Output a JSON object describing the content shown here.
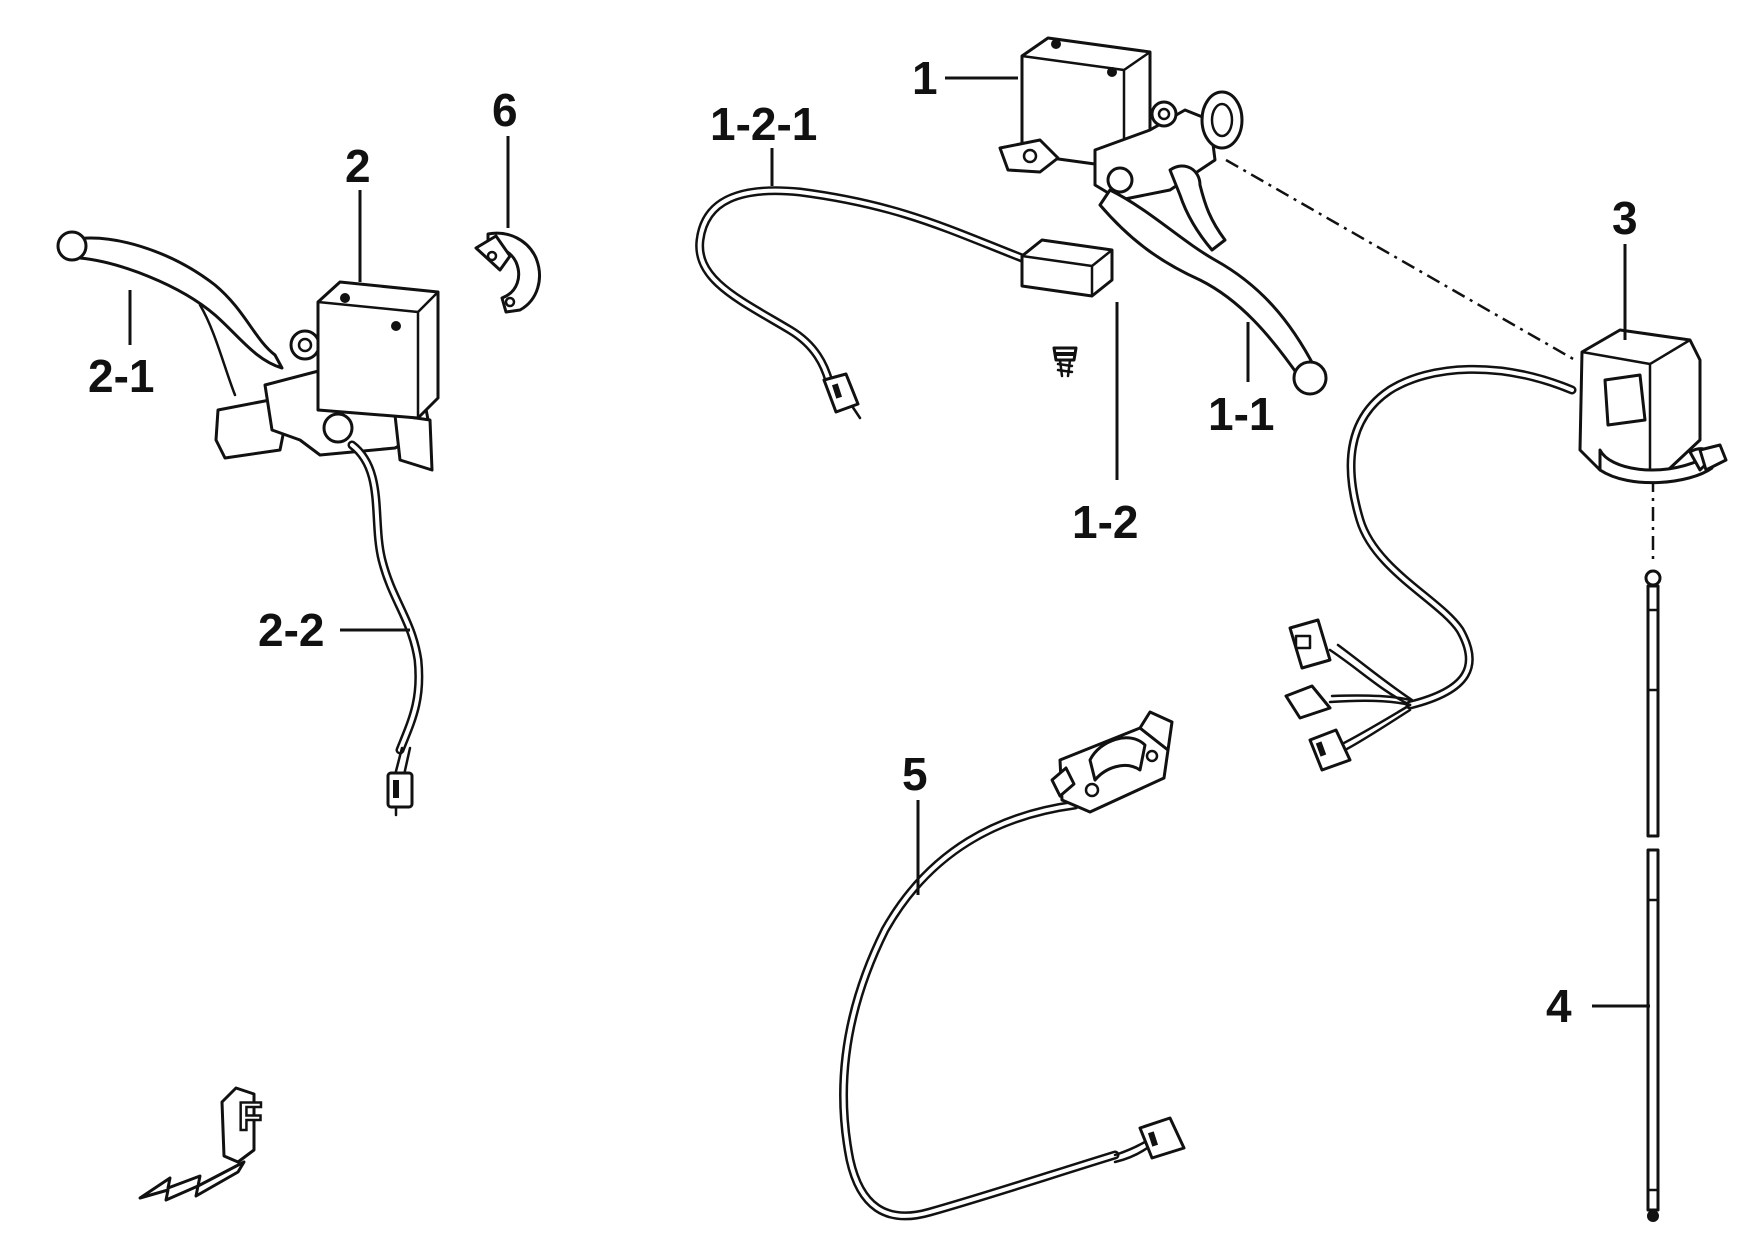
{
  "diagram": {
    "callouts": [
      {
        "id": "c1",
        "label": "1"
      },
      {
        "id": "c1-1",
        "label": "1-1"
      },
      {
        "id": "c1-2",
        "label": "1-2"
      },
      {
        "id": "c1-2-1",
        "label": "1-2-1"
      },
      {
        "id": "c2",
        "label": "2"
      },
      {
        "id": "c2-1",
        "label": "2-1"
      },
      {
        "id": "c2-2",
        "label": "2-2"
      },
      {
        "id": "c3",
        "label": "3"
      },
      {
        "id": "c4",
        "label": "4"
      },
      {
        "id": "c5",
        "label": "5"
      },
      {
        "id": "c6",
        "label": "6"
      }
    ],
    "front_marker": "F"
  }
}
